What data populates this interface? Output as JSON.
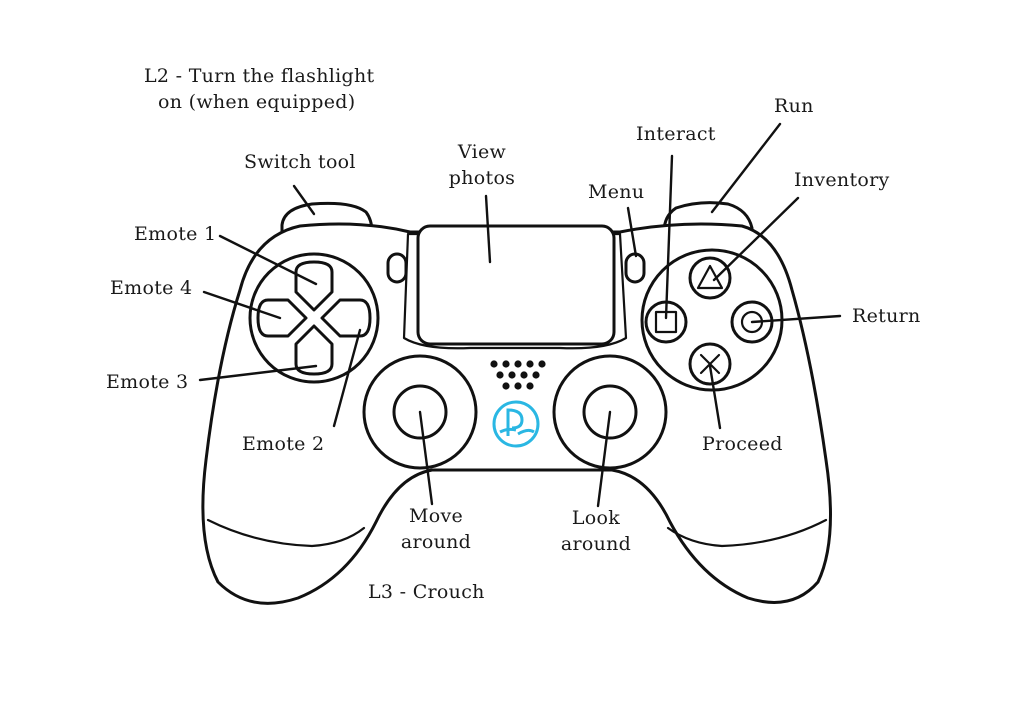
{
  "labels": {
    "l2_line1": "L2 - Turn the flashlight",
    "l2_line2": "on (when equipped)",
    "switch_tool": "Switch tool",
    "view_line1": "View",
    "view_line2": "photos",
    "menu": "Menu",
    "interact": "Interact",
    "run": "Run",
    "inventory": "Inventory",
    "return": "Return",
    "emote1": "Emote 1",
    "emote4": "Emote 4",
    "emote3": "Emote 3",
    "emote2": "Emote 2",
    "proceed": "Proceed",
    "move_line1": "Move",
    "move_line2": "around",
    "look_line1": "Look",
    "look_line2": "around",
    "l3": "L3 - Crouch"
  },
  "colors": {
    "outline": "#111111",
    "ps_logo": "#2ab7e3",
    "background": "#ffffff"
  },
  "icons": {
    "ps_logo": "playstation-logo-icon"
  }
}
